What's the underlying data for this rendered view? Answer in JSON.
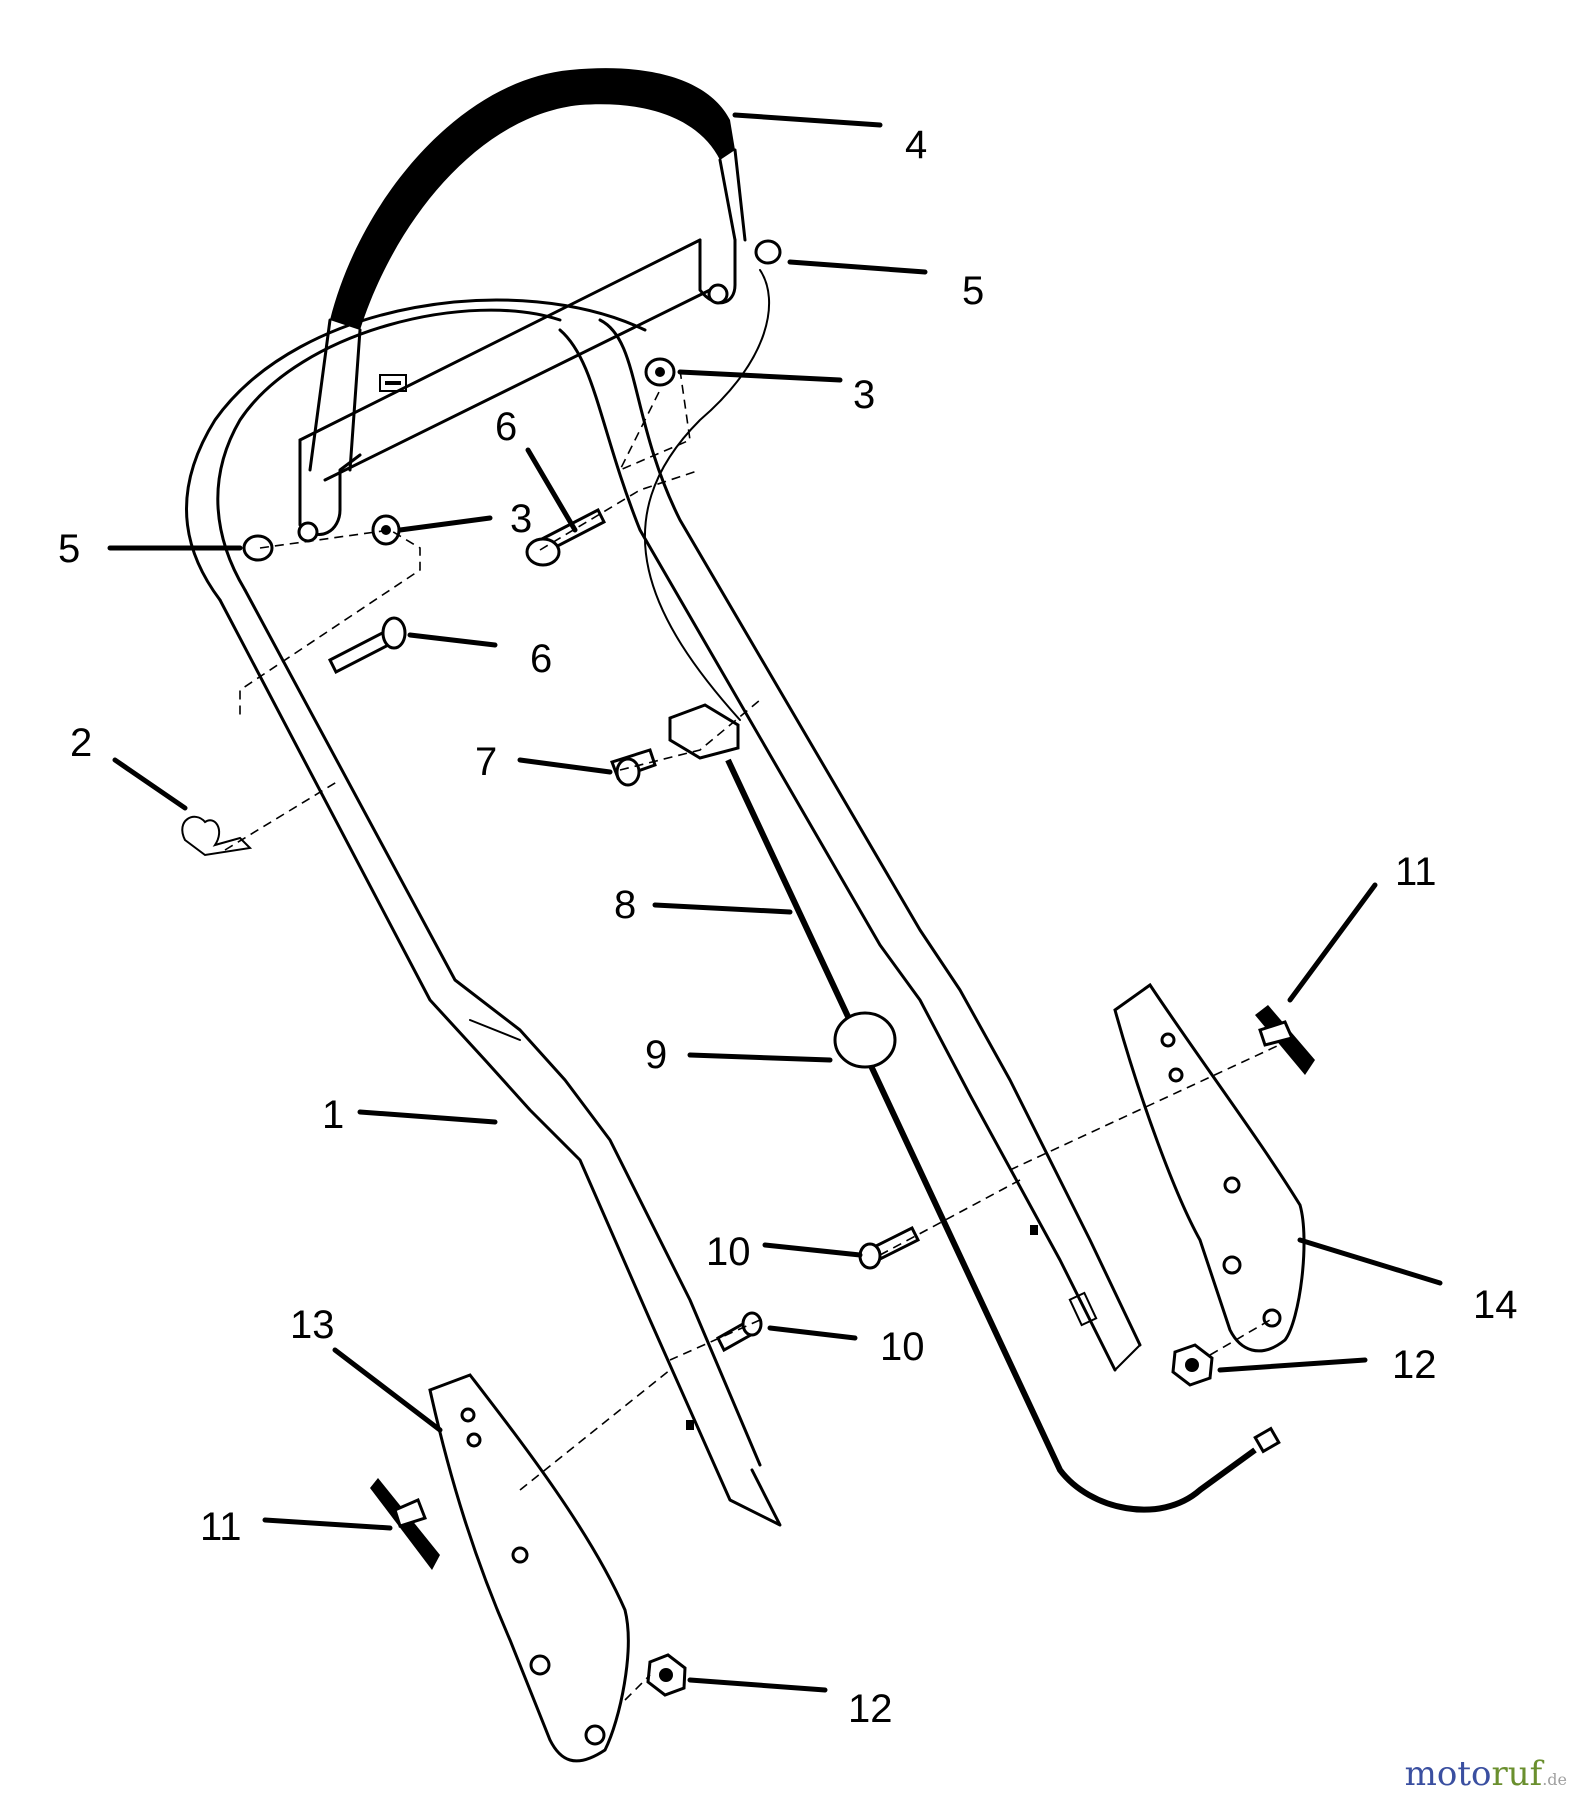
{
  "callouts": [
    {
      "id": "1",
      "text": "1"
    },
    {
      "id": "2",
      "text": "2"
    },
    {
      "id": "3a",
      "text": "3"
    },
    {
      "id": "3b",
      "text": "3"
    },
    {
      "id": "4",
      "text": "4"
    },
    {
      "id": "5a",
      "text": "5"
    },
    {
      "id": "5b",
      "text": "5"
    },
    {
      "id": "6a",
      "text": "6"
    },
    {
      "id": "6b",
      "text": "6"
    },
    {
      "id": "7",
      "text": "7"
    },
    {
      "id": "8",
      "text": "8"
    },
    {
      "id": "9",
      "text": "9"
    },
    {
      "id": "10a",
      "text": "10"
    },
    {
      "id": "10b",
      "text": "10"
    },
    {
      "id": "11a",
      "text": "11"
    },
    {
      "id": "11b",
      "text": "11"
    },
    {
      "id": "12a",
      "text": "12"
    },
    {
      "id": "12b",
      "text": "12"
    },
    {
      "id": "13",
      "text": "13"
    },
    {
      "id": "14",
      "text": "14"
    }
  ],
  "watermark": {
    "part1": "moto",
    "part2": "ruf",
    "part3": ".de"
  }
}
